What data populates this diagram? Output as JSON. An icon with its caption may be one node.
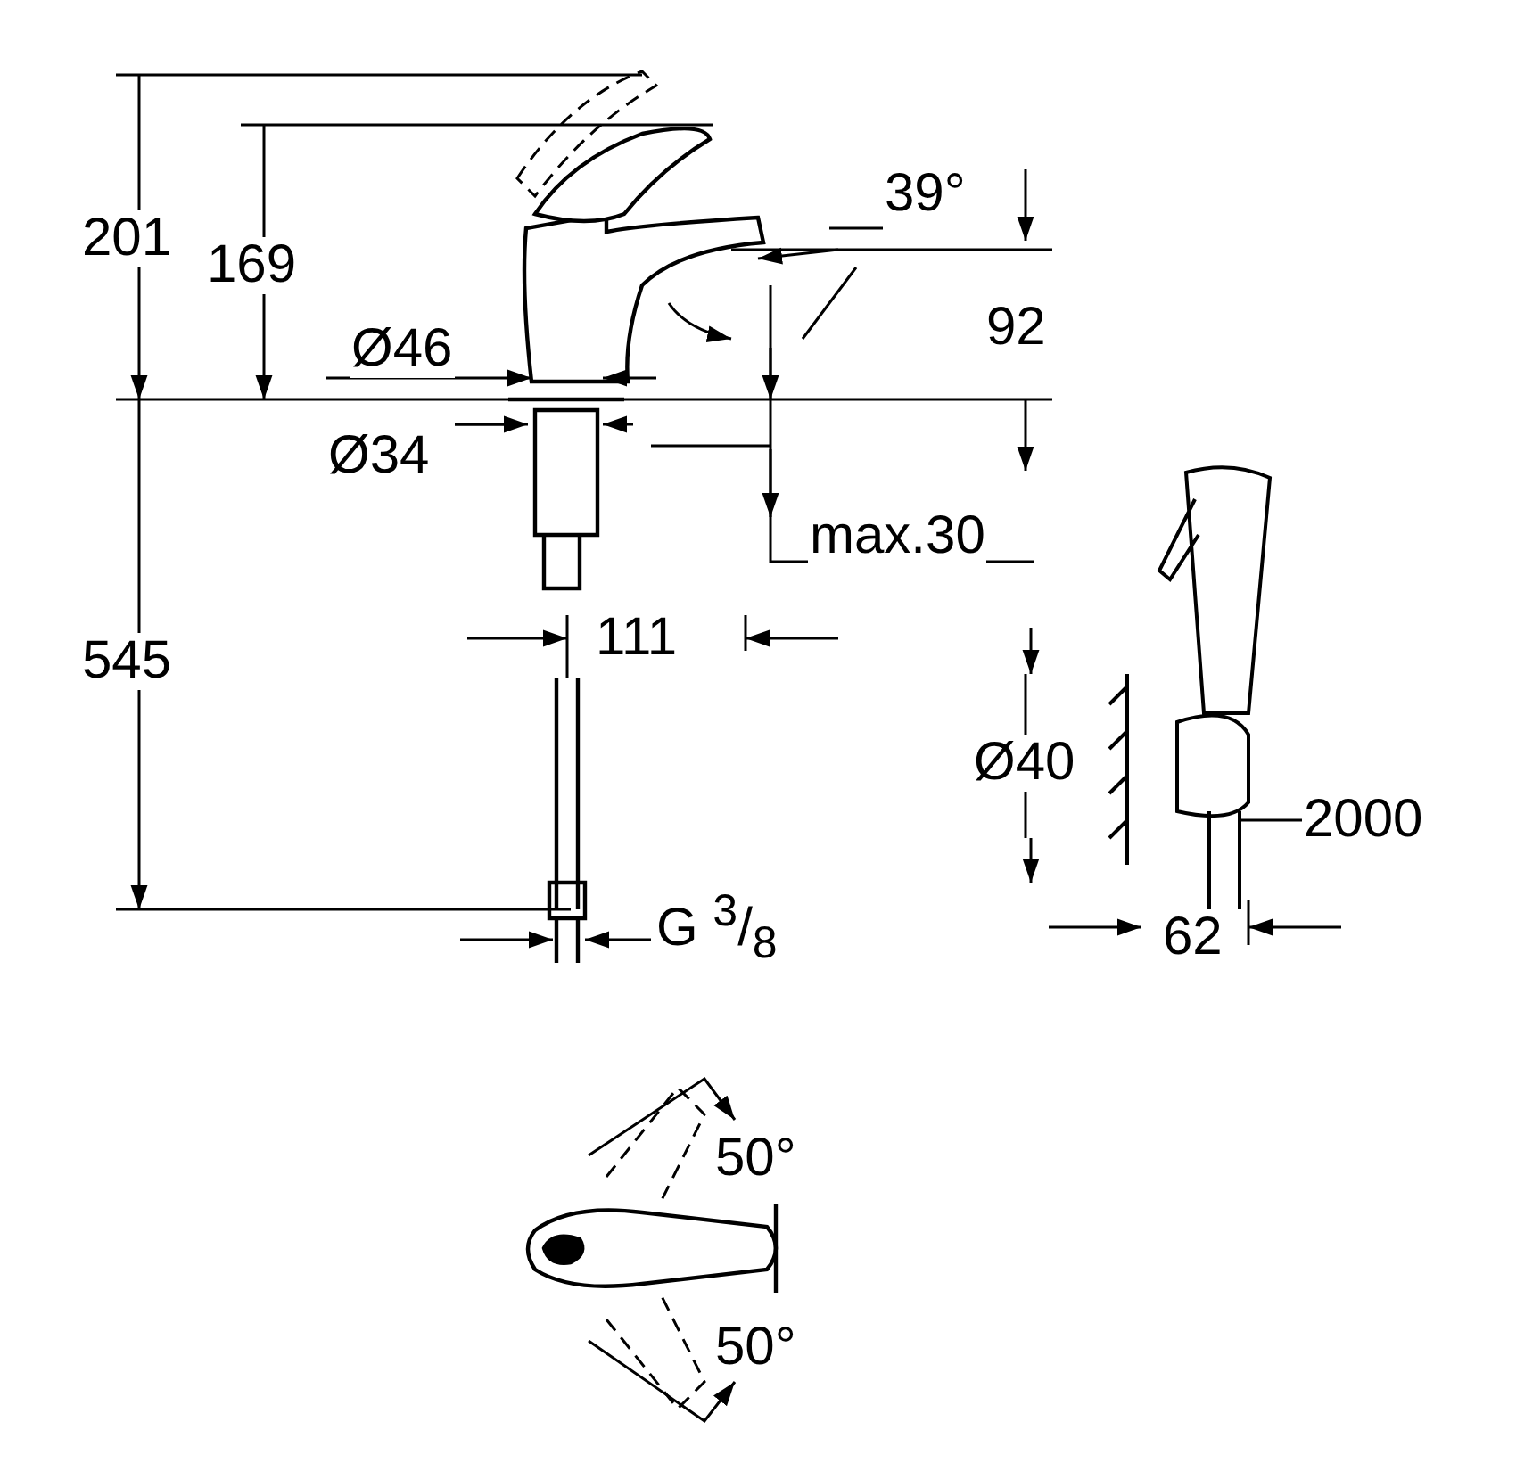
{
  "diagram": {
    "nodes": [
      {
        "text": [
          "2000"
        ]
      },
      {
        "text": [],
        "shape": "picture"
      }
    ],
    "edges": [
      {
        "from": 0,
        "to": 1,
        "arrow": "none"
      }
    ],
    "labels": [
      "201",
      "169",
      "39°",
      "92",
      "Ø46",
      "Ø34",
      "max.30",
      "545",
      "111",
      "Ø40",
      "62",
      "G $^{3}$/$_{8}$",
      "50°",
      "50°"
    ]
  }
}
